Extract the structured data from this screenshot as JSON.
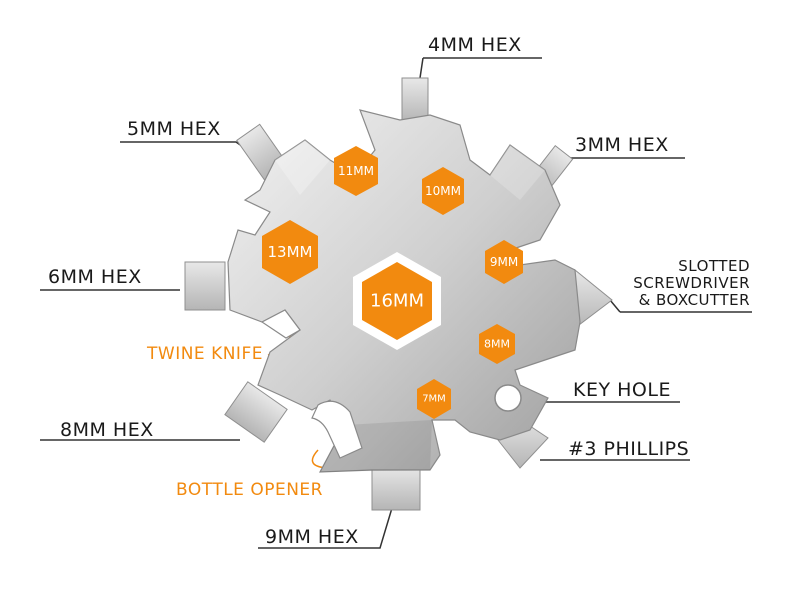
{
  "labels": {
    "hex_4mm": "4MM HEX",
    "hex_5mm": "5MM HEX",
    "hex_3mm": "3MM HEX",
    "hex_6mm": "6MM HEX",
    "slotted_line1": "SLOTTED",
    "slotted_line2": "SCREWDRIVER",
    "slotted_line3": "& BOXCUTTER",
    "twine_knife": "TWINE KNIFE",
    "key_hole": "KEY HOLE",
    "hex_8mm": "8MM HEX",
    "phillips": "#3 PHILLIPS",
    "bottle_opener": "BOTTLE OPENER",
    "hex_9mm": "9MM HEX"
  },
  "wrench_sizes": {
    "s16": "16MM",
    "s13": "13MM",
    "s11": "11MM",
    "s10": "10MM",
    "s9": "9MM",
    "s8": "8MM",
    "s7": "7MM"
  },
  "colors": {
    "accent_orange": "#f28a0f",
    "steel_light": "#e6e6e6",
    "steel_dark": "#a8a8a8",
    "text": "#1a1a1a",
    "leader_lines": "#333333"
  }
}
